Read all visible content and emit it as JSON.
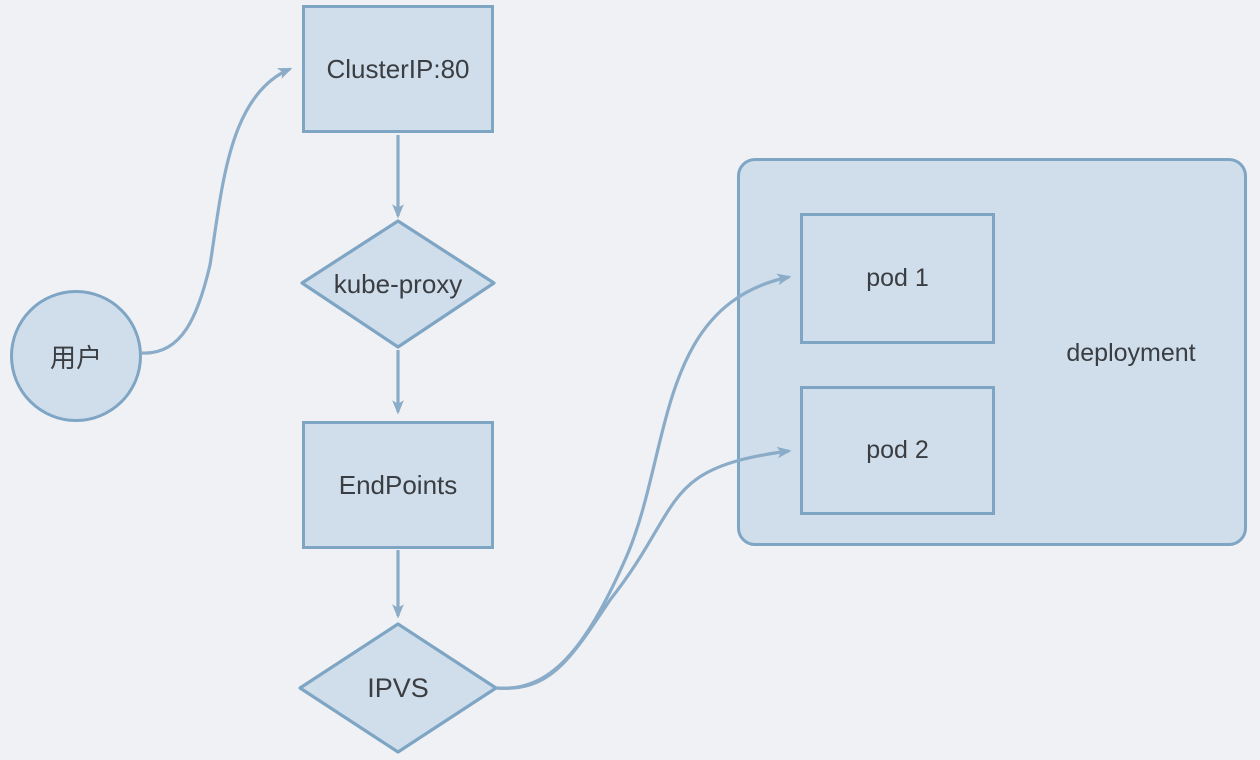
{
  "colors": {
    "background": "#f0f1f4",
    "node_fill": "#cfdeea",
    "node_border": "#7fa5c4",
    "connector": "#8aacc8",
    "text": "#3a3d42"
  },
  "nodes": {
    "user": {
      "label": "用户",
      "shape": "circle"
    },
    "cluster_ip": {
      "label": "ClusterIP:80",
      "shape": "rectangle"
    },
    "kube_proxy": {
      "label": "kube-proxy",
      "shape": "diamond"
    },
    "endpoints": {
      "label": "EndPoints",
      "shape": "rectangle"
    },
    "ipvs": {
      "label": "IPVS",
      "shape": "diamond"
    },
    "deployment": {
      "label": "deployment",
      "shape": "rounded-container"
    },
    "pod1": {
      "label": "pod 1",
      "shape": "rectangle"
    },
    "pod2": {
      "label": "pod 2",
      "shape": "rectangle"
    }
  },
  "edges": [
    {
      "from": "user",
      "to": "cluster_ip"
    },
    {
      "from": "cluster_ip",
      "to": "kube_proxy"
    },
    {
      "from": "kube_proxy",
      "to": "endpoints"
    },
    {
      "from": "endpoints",
      "to": "ipvs"
    },
    {
      "from": "ipvs",
      "to": "pod1"
    },
    {
      "from": "ipvs",
      "to": "pod2"
    }
  ]
}
